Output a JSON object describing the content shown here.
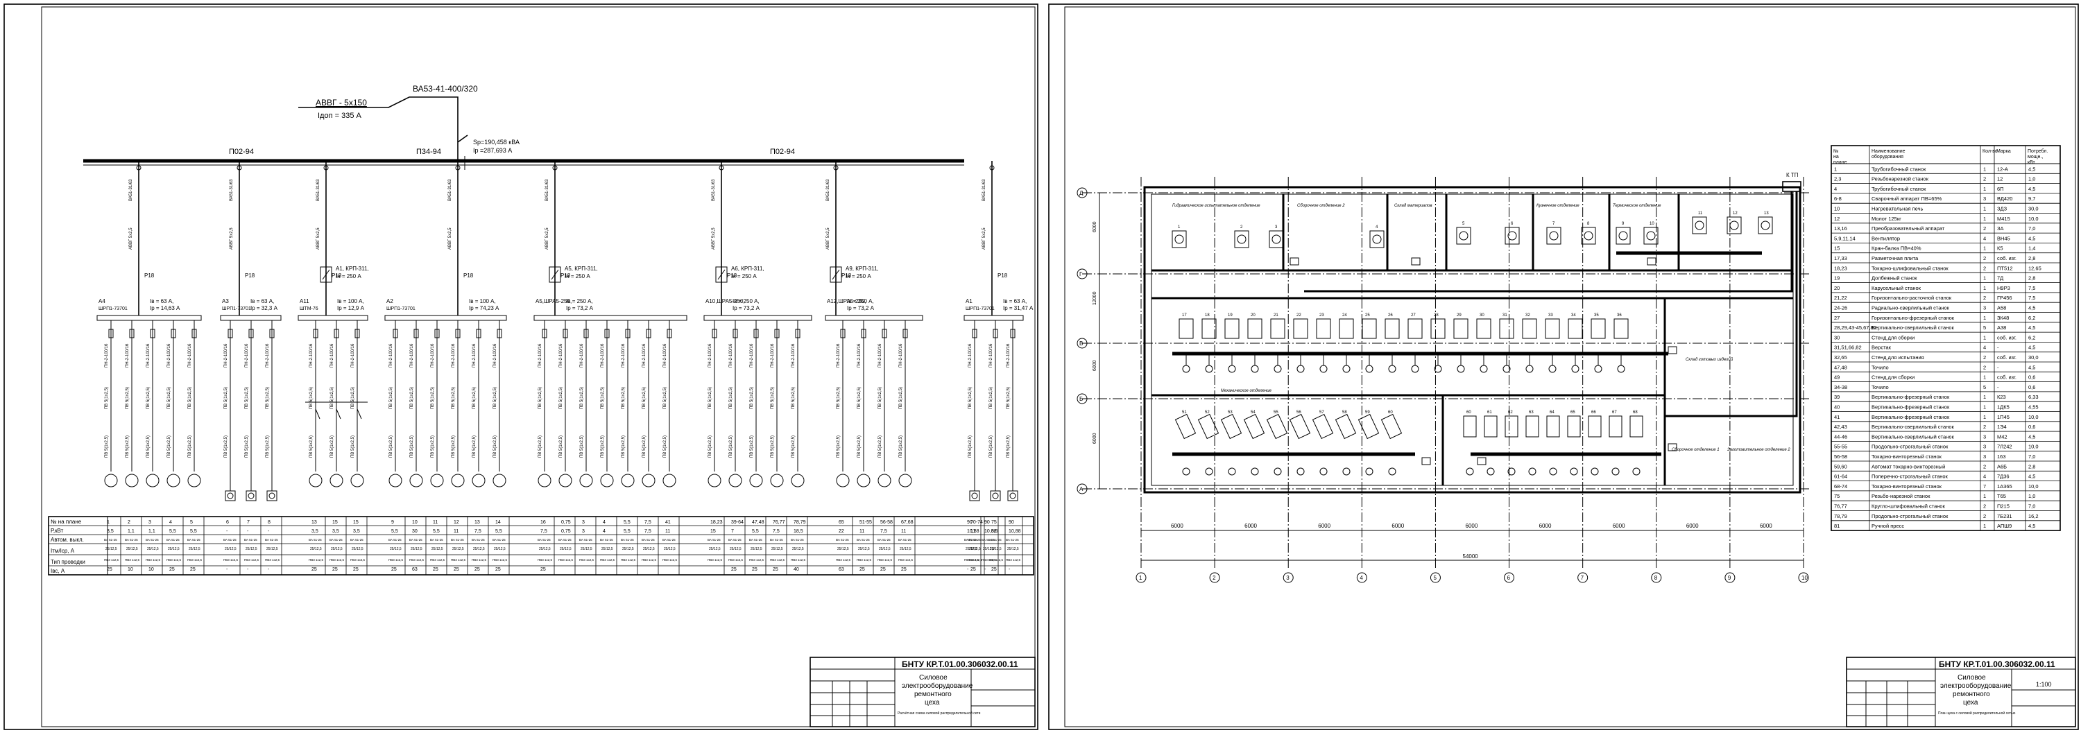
{
  "sheet1": {
    "input_breaker": "ВА53-41-400/320",
    "cable": "АВВГ - 5х150",
    "idop": "Iдоп = 335 А",
    "power": "Sр=190,458 кВА",
    "current": "Iр =287,693 А",
    "bus_labels": [
      "П02-94",
      "П34-94",
      "П02-94"
    ],
    "panels": [
      {
        "name": "А4",
        "sub": "ШРП1-73701",
        "iv": "Iв = 63 А,",
        "ip": "Iр = 14,63 А"
      },
      {
        "name": "А3",
        "sub": "ШРП1-73701",
        "iv": "Iв = 63 А,",
        "ip": "Iр = 32,3 А"
      },
      {
        "name": "А11",
        "sub": "ШТМ-76",
        "iv": "Iв = 100 А,",
        "ip": "Iр = 12,9 А"
      },
      {
        "name": "А2",
        "sub": "ШРП1-73701",
        "iv": "Iв = 100 А,",
        "ip": "Iр = 74,23 А"
      },
      {
        "name": "А5,ШРА5-250,",
        "sub": "",
        "iv": "Iв = 250 А,",
        "ip": "Iр = 73,2 А"
      },
      {
        "name": "А10,ШРА5-250,",
        "sub": "",
        "iv": "Iв = 250 А,",
        "ip": "Iр = 73,2 А"
      },
      {
        "name": "А12,ШРА5-250,",
        "sub": "",
        "iv": "Iв = 250 А,",
        "ip": "Iр = 73,2 А"
      },
      {
        "name": "А1",
        "sub": "ШРП1-73701",
        "iv": "Iв = 63 А,",
        "ip": "Iр = 31,47 А"
      }
    ],
    "breakers": [
      {
        "name": "А1, КРП-311,",
        "i": "Iн = 250 А"
      },
      {
        "name": "А5, КРП-311,",
        "i": "Iн = 250 А"
      },
      {
        "name": "А6, КРП-311,",
        "i": "Iн = 250 А"
      },
      {
        "name": "А9, КРП-311,",
        "i": "Iн = 250 А"
      }
    ],
    "feeder_label": "Р18",
    "table_row_labels": [
      "№ на плане",
      "Р,кВт",
      "Автом. выкл.",
      "Iтм/Iср, А",
      "Тип проводки",
      "Iвс, А"
    ],
    "table_row1": [
      "1",
      "2",
      "3",
      "4",
      "5",
      "6",
      "7",
      "8",
      "13",
      "15",
      "15",
      "9",
      "10",
      "11",
      "12",
      "13",
      "14",
      "16",
      "0,75",
      "3",
      "4",
      "5,5",
      "7,5",
      "41",
      "18,23",
      "39-64",
      "47,48",
      "76,77",
      "78,79",
      "65",
      "51-55",
      "56-58",
      "67,68",
      "70-74",
      "75",
      "90",
      "90",
      "90"
    ],
    "table_row2": [
      "3,5",
      "1,1",
      "1,1",
      "5,5",
      "5,5",
      "-",
      "-",
      "-",
      "3,5",
      "3,5",
      "3,5",
      "5,5",
      "30",
      "5,5",
      "11",
      "7,5",
      "5,5",
      "7,5",
      "0,75",
      "3",
      "4",
      "5,5",
      "7,5",
      "11",
      "15",
      "7",
      "5,5",
      "7,5",
      "18,5",
      "22",
      "11",
      "7,5",
      "11",
      "11",
      "5,5",
      "10,88",
      "10,88",
      "10,88"
    ],
    "table_last": [
      "25",
      "10",
      "10",
      "25",
      "25",
      "-",
      "-",
      "-",
      "25",
      "25",
      "25",
      "25",
      "63",
      "25",
      "25",
      "25",
      "25",
      "25",
      "",
      "",
      "",
      "",
      "",
      "",
      "",
      "25",
      "25",
      "25",
      "40",
      "63",
      "25",
      "25",
      "25",
      "25",
      "25",
      "-",
      "-",
      "-"
    ],
    "title_block": {
      "code": "БНТУ КР.Т.01.00.306032.00.11",
      "name1": "Силовое",
      "name2": "электрооборудование",
      "name3": "ремонтного",
      "name4": "цеха",
      "sheet": "Расчётная схема силовой распределительной сети"
    }
  },
  "sheet2": {
    "title_block": {
      "code": "БНТУ КР.Т.01.00.306032.00.11",
      "name1": "Силовое",
      "name2": "электрооборудование",
      "name3": "ремонтного",
      "name4": "цеха",
      "sheet": "План цеха с силовой распределительной сетью",
      "scale": "1:100"
    },
    "dims": [
      "6000",
      "6000",
      "6000",
      "6000",
      "6000",
      "6000",
      "6000",
      "6000",
      "6000",
      "54000"
    ],
    "axes_h": [
      "1",
      "2",
      "3",
      "4",
      "5",
      "6",
      "7",
      "8",
      "9",
      "10"
    ],
    "axes_v": [
      "Д",
      "Г",
      "В",
      "Б",
      "А"
    ],
    "kt_label": "К ТП",
    "rooms": [
      "Гидравлическое испытательное отделение",
      "Сборочное отделение 2",
      "Склад материалов",
      "Кузнечное отделение",
      "Термическое отделение",
      "Механическое отделение",
      "Сборочное отделение 1",
      "Склад готовых изделий",
      "Заготовительное отделение 2"
    ],
    "equipment_table": {
      "headers": [
        "№ на плане",
        "Наименование оборудования",
        "Кол-во",
        "Марка",
        "Потребл. мощн., кВт"
      ],
      "rows": [
        [
          "1",
          "Трубогибочный станок",
          "1",
          "12-А",
          "4,5"
        ],
        [
          "2,3",
          "Резьбонарезной станок",
          "2",
          "12",
          "1,0"
        ],
        [
          "4",
          "Трубогибочный станок",
          "1",
          "6П",
          "4,5"
        ],
        [
          "6-8",
          "Сварочный аппарат  ПВ=65%",
          "3",
          "ВД420",
          "9,7"
        ],
        [
          "10",
          "Нагревательная печь",
          "1",
          "ЗДЗ",
          "30,0"
        ],
        [
          "12",
          "Молот 125кг",
          "1",
          "М415",
          "10,0"
        ],
        [
          "13,16",
          "Преобразовательный аппарат",
          "2",
          "ЗА",
          "7,0"
        ],
        [
          "5,9,11,14",
          "Вентилятор",
          "4",
          "ВН45",
          "4,5"
        ],
        [
          "15",
          "Кран-балка  ПВ=40%",
          "1",
          "К5",
          "1,4"
        ],
        [
          "17,33",
          "Разметочная плита",
          "2",
          "соб. изг.",
          "2,8"
        ],
        [
          "18,23",
          "Токарно-шлифовальный станок",
          "2",
          "ПТ512",
          "12,65"
        ],
        [
          "19",
          "Долбежный станок",
          "1",
          "7Д",
          "2,8"
        ],
        [
          "20",
          "Карусельный станок",
          "1",
          "Н9Р3",
          "7,5"
        ],
        [
          "21,22",
          "Горизонтально-расточной станок",
          "2",
          "ГР456",
          "7,5"
        ],
        [
          "24-26",
          "Радиально-сверлильный станок",
          "3",
          "А58",
          "4,5"
        ],
        [
          "27",
          "Горизонтально-фрезерный станок",
          "1",
          "ЗК48",
          "6,2"
        ],
        [
          "28,29,43-45,67,80",
          "Вертикально-сверлильный станок",
          "5",
          "А38",
          "4,5"
        ],
        [
          "30",
          "Стенд для сборки",
          "1",
          "соб. изг.",
          "6,2"
        ],
        [
          "31,51,66,82",
          "Верстак",
          "4",
          "-",
          "4,5"
        ],
        [
          "32,65",
          "Стенд для испытания",
          "2",
          "соб. изг.",
          "30,0"
        ],
        [
          "47,48",
          "Точило",
          "2",
          "-",
          "4,5"
        ],
        [
          "49",
          "Стенд для сборки",
          "1",
          "соб. изг.",
          "0,6"
        ],
        [
          "34-38",
          "Точило",
          "5",
          "-",
          "0,6"
        ],
        [
          "39",
          "Вертикально-фрезерный станок",
          "1",
          "К23",
          "6,33"
        ],
        [
          "40",
          "Вертикально-фрезерный станок",
          "1",
          "1ДК5",
          "4,55"
        ],
        [
          "41",
          "Вертикально-фрезерный станок",
          "1",
          "1П45",
          "10,0"
        ],
        [
          "42,43",
          "Вертикально-сверлильный станок",
          "2",
          "1Э4",
          "0,6"
        ],
        [
          "44-46",
          "Вертикально-сверлильный станок",
          "3",
          "М42",
          "4,5"
        ],
        [
          "55-55",
          "Продольно-строгальный станок",
          "3",
          "7Л242",
          "10,0"
        ],
        [
          "56-58",
          "Токарно-винторезный станок",
          "3",
          "163",
          "7,0"
        ],
        [
          "59,60",
          "Автомат токарно-винторезный",
          "2",
          "А6Б",
          "2,8"
        ],
        [
          "61-64",
          "Поперечно-строгальный станок",
          "4",
          "7Д36",
          "4,5"
        ],
        [
          "68-74",
          "Токарно-винторезный станок",
          "7",
          "1А365",
          "10,0"
        ],
        [
          "75",
          "Резьбо-нарезной станок",
          "1",
          "Т65",
          "1,0"
        ],
        [
          "76,77",
          "Кругло-шлифовальный станок",
          "2",
          "П215",
          "7,0"
        ],
        [
          "78,79",
          "Продольно-строгальный станок",
          "2",
          "7Б231",
          "16,2"
        ],
        [
          "81",
          "Ручной пресс",
          "1",
          "АПШ9",
          "4,5"
        ]
      ]
    }
  }
}
